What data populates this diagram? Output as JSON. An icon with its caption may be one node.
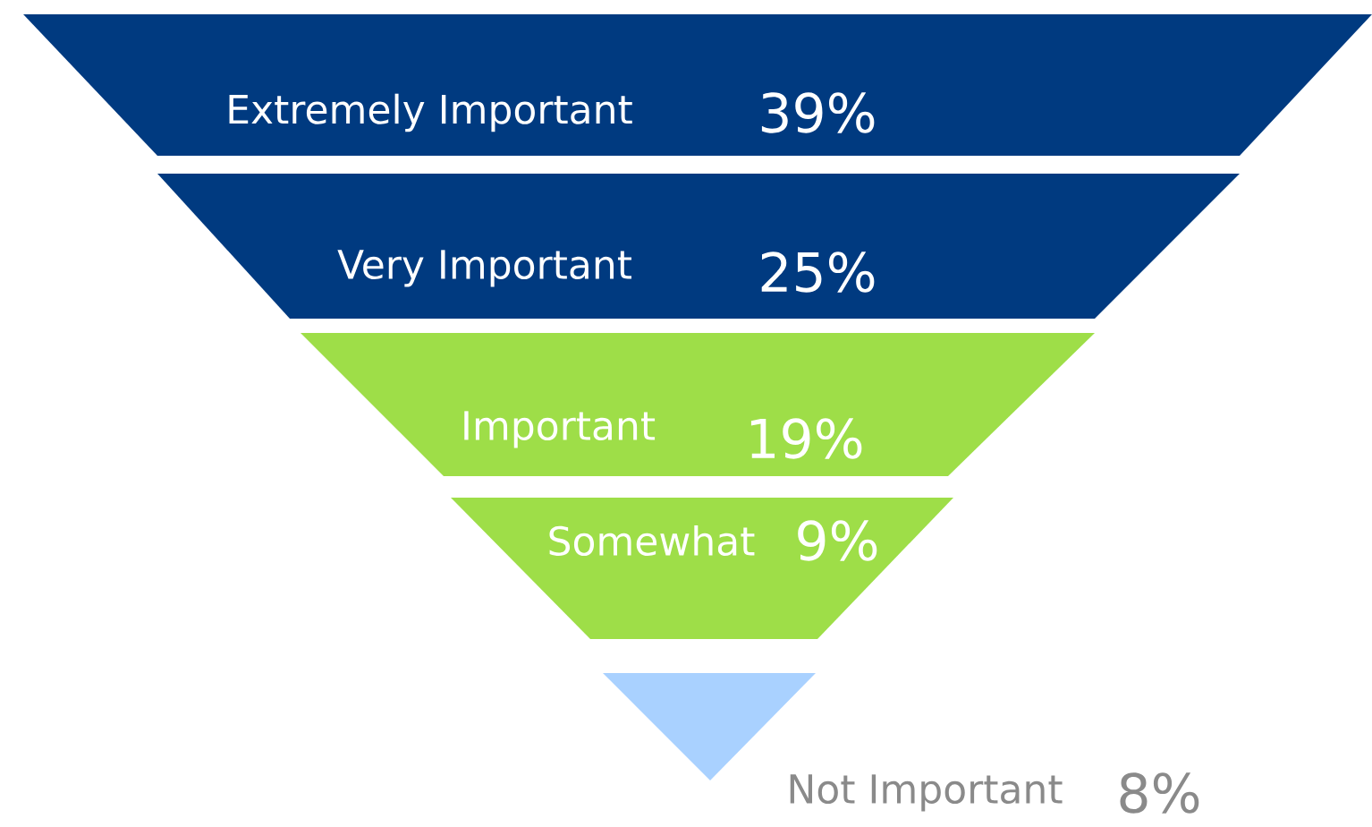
{
  "diagram": {
    "nodes": [
      {
        "text": [
          "Extremely Important",
          "39%"
        ]
      },
      {
        "text": [
          "Very Important",
          "25%"
        ]
      },
      {
        "text": [
          "Important",
          "19%"
        ]
      },
      {
        "text": [
          "Somewhat",
          "9%"
        ]
      },
      {
        "text": [
          "Not Important",
          "8%"
        ]
      }
    ]
  }
}
